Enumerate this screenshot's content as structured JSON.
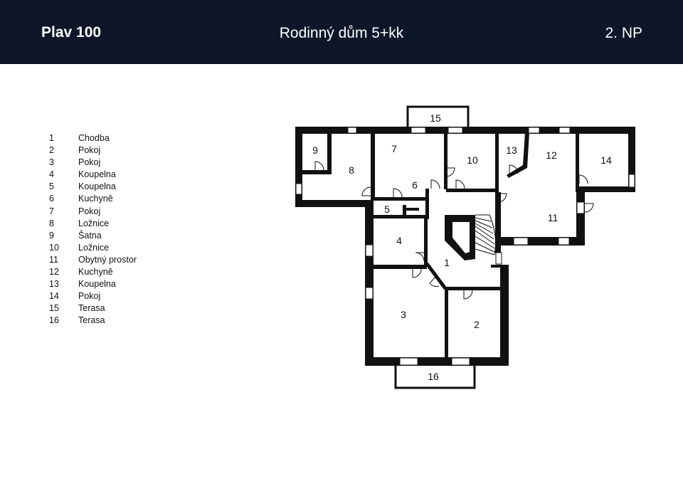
{
  "header": {
    "project": "Plav 100",
    "title": "Rodinný dům 5+kk",
    "floor": "2. NP"
  },
  "legend": [
    {
      "number": "1",
      "label": "Chodba"
    },
    {
      "number": "2",
      "label": "Pokoj"
    },
    {
      "number": "3",
      "label": "Pokoj"
    },
    {
      "number": "4",
      "label": "Koupelna"
    },
    {
      "number": "5",
      "label": "Koupelna"
    },
    {
      "number": "6",
      "label": "Kuchyně"
    },
    {
      "number": "7",
      "label": "Pokoj"
    },
    {
      "number": "8",
      "label": "Ložnice"
    },
    {
      "number": "9",
      "label": "Šatna"
    },
    {
      "number": "10",
      "label": "Ložnice"
    },
    {
      "number": "11",
      "label": "Obytný prostor"
    },
    {
      "number": "12",
      "label": "Kuchyně"
    },
    {
      "number": "13",
      "label": "Koupelna"
    },
    {
      "number": "14",
      "label": "Pokoj"
    },
    {
      "number": "15",
      "label": "Terasa"
    },
    {
      "number": "16",
      "label": "Terasa"
    }
  ],
  "plan": {
    "room_numbers": [
      "1",
      "2",
      "3",
      "4",
      "5",
      "6",
      "7",
      "8",
      "9",
      "10",
      "11",
      "12",
      "13",
      "14",
      "15",
      "16"
    ]
  }
}
